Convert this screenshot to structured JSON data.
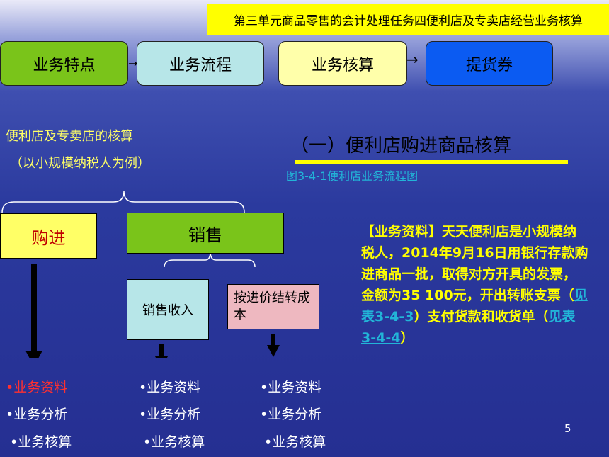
{
  "header": {
    "title": "第三单元商品零售的会计处理任务四便利店及专卖店经营业务核算"
  },
  "nav": {
    "items": [
      {
        "label": "业务特点"
      },
      {
        "label": "业务流程"
      },
      {
        "label": "业务核算"
      },
      {
        "label": "提货券"
      }
    ]
  },
  "left": {
    "heading": "便利店及专卖店的核算",
    "subheading": "（以小规模纳税人为例）",
    "purchase": "购进",
    "sales": "销售",
    "sales_income": "销售收入",
    "cost_transfer": "按进价结转成本"
  },
  "right": {
    "section_title": "（一）便利店购进商品核算",
    "figure_link": "图3-4-1便利店业务流程图",
    "paragraph_parts": {
      "p1": "【业务资料】天天便利店是小规模纳税人，2014年9月16日用银行存款购进商品一批，取得对方开具的发票，金额为35 100元，开出转账支票（",
      "link1": "见表3-4-3",
      "p2": "）支付货款和收货单（",
      "link2": "见表3-4-4",
      "p3": "）"
    }
  },
  "bullets": {
    "col1": [
      "•业务资料",
      "•业务分析",
      "•业务核算"
    ],
    "col2": [
      "•业务资料",
      "•业务分析",
      "•业务核算"
    ],
    "col3": [
      "•业务资料",
      "•业务分析",
      "•业务核算"
    ]
  },
  "footer": {
    "page_number": "5"
  },
  "colors": {
    "accent_yellow": "#ffff00",
    "nav_green": "#7ac41a",
    "nav_cyan": "#b7e6e8",
    "nav_lightyellow": "#ffffaa",
    "nav_blue": "#0b5bf2"
  }
}
